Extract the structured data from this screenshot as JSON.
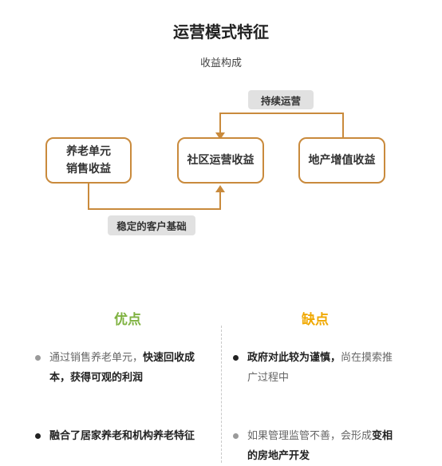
{
  "title": "运营模式特征",
  "subtitle": "收益构成",
  "diagram": {
    "boxes": [
      {
        "line1": "养老单元",
        "line2": "销售收益"
      },
      {
        "label": "社区运营收益"
      },
      {
        "label": "地产增值收益"
      }
    ],
    "top_label": "持续运营",
    "bottom_label": "稳定的客户基础",
    "line_color": "#c98a3c"
  },
  "pros": {
    "heading": "优点",
    "color": "#7fb241",
    "item1": {
      "plain": "通过销售养老单元，",
      "bold1": "快速回收成",
      "bold2": "本，获得可观的利润"
    },
    "item2": {
      "bold": "融合了居家养老和机构养老特征"
    }
  },
  "cons": {
    "heading": "缺点",
    "color": "#f0a800",
    "item1": {
      "bold": "政府对此较为谨慎，",
      "plain1": "尚在摸索推",
      "plain2": "广过程中"
    },
    "item2": {
      "plain": "如果管理监管不善，会形成",
      "bold1": "变相",
      "bold2": "的房地产开发"
    }
  }
}
